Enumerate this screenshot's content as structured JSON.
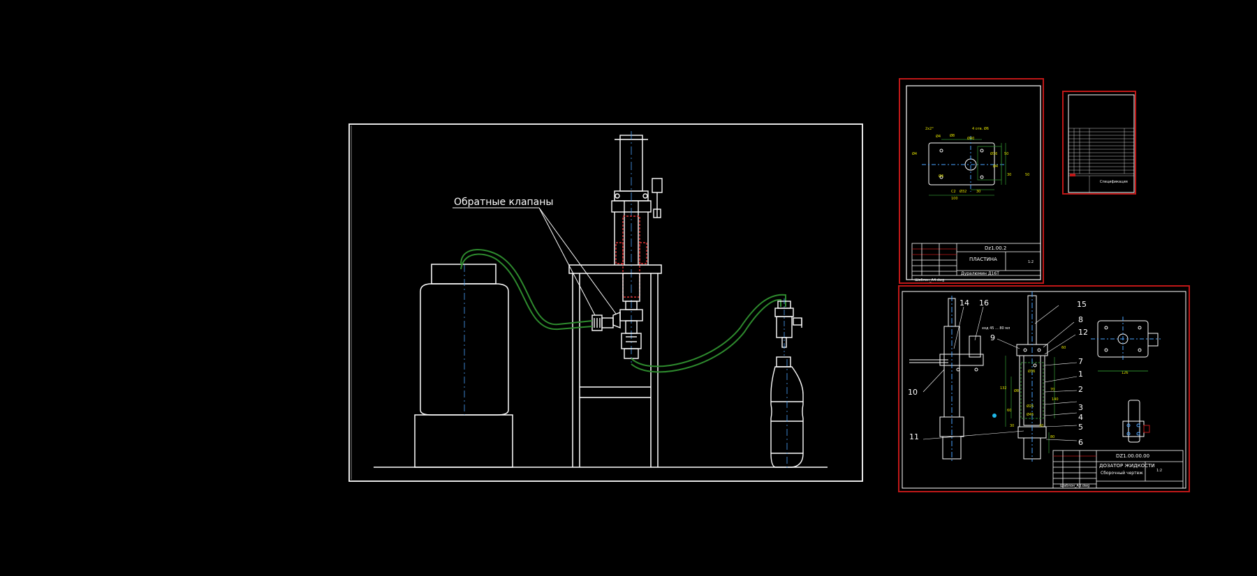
{
  "main_drawing": {
    "callout": "Обратные клапаны"
  },
  "sheet_plate": {
    "code": "Dz1.00.2",
    "title": "ПЛАСТИНА",
    "material": "Дуралюмин Д16Т",
    "file": "Шаблон_А4.dwg",
    "scale": "1:2",
    "dims": [
      "2х2°",
      "Ø4",
      "Ø8",
      "4 отв. Ø6",
      "Ø40",
      "Ø16",
      "Ø4",
      "50",
      "30",
      "Ø4",
      "C2",
      "Ø32",
      "30",
      "Ø4",
      "100",
      "50"
    ]
  },
  "sheet_assembly": {
    "code": "DZ1.00.00.00",
    "title_line1": "ДОЗАТОР ЖИДКОСТИ",
    "title_line2": "Сборочный чертеж",
    "file": "Шаблон_А3.dwg",
    "scale": "1:2",
    "note": "ход 45 ... 80 мл",
    "callouts": [
      "14",
      "16",
      "15",
      "8",
      "12",
      "9",
      "7",
      "1",
      "2",
      "3",
      "4",
      "5",
      "6",
      "10",
      "11"
    ],
    "dims": [
      "Ø36",
      "132",
      "Ø8",
      "Ø25",
      "Ø45",
      "60",
      "30",
      "70",
      "140",
      "60",
      "30",
      "80",
      "126"
    ]
  },
  "sheet_spec": {
    "title": "Спецификация"
  }
}
